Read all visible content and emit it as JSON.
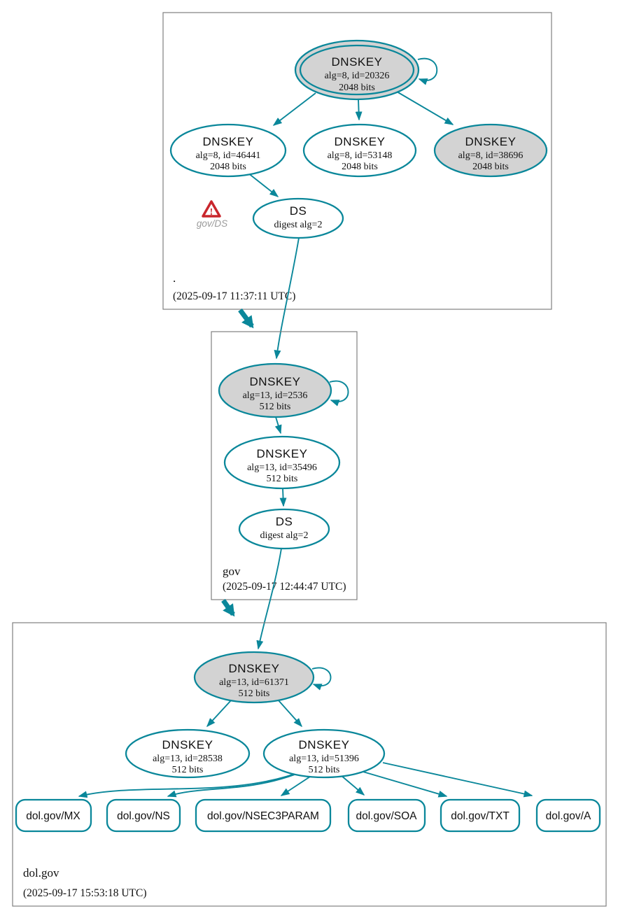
{
  "diagram_type": "dnssec-authentication-chain",
  "colors": {
    "edge_teal": "#0a879a",
    "ksk_fill_gray": "#d3d3d3",
    "node_fill_white": "#ffffff",
    "zone_border_gray": "#808080",
    "warning_red": "#c9262c",
    "muted_label_gray": "#9b9b9b"
  },
  "zones": {
    "root": {
      "label": ".",
      "timestamp": "(2025-09-17 11:37:11 UTC)"
    },
    "gov": {
      "label": "gov",
      "timestamp": "(2025-09-17 12:44:47 UTC)"
    },
    "dol": {
      "label": "dol.gov",
      "timestamp": "(2025-09-17 15:53:18 UTC)"
    }
  },
  "nodes": {
    "root_ksk": {
      "title": "DNSKEY",
      "alg": "alg=8, id=20326",
      "bits": "2048 bits"
    },
    "root_key_46441": {
      "title": "DNSKEY",
      "alg": "alg=8, id=46441",
      "bits": "2048 bits"
    },
    "root_key_53148": {
      "title": "DNSKEY",
      "alg": "alg=8, id=53148",
      "bits": "2048 bits"
    },
    "root_key_38696": {
      "title": "DNSKEY",
      "alg": "alg=8, id=38696",
      "bits": "2048 bits"
    },
    "root_ds": {
      "title": "DS",
      "detail": "digest alg=2"
    },
    "gov_ksk": {
      "title": "DNSKEY",
      "alg": "alg=13, id=2536",
      "bits": "512 bits"
    },
    "gov_zsk": {
      "title": "DNSKEY",
      "alg": "alg=13, id=35496",
      "bits": "512 bits"
    },
    "gov_ds": {
      "title": "DS",
      "detail": "digest alg=2"
    },
    "dol_ksk": {
      "title": "DNSKEY",
      "alg": "alg=13, id=61371",
      "bits": "512 bits"
    },
    "dol_key_28538": {
      "title": "DNSKEY",
      "alg": "alg=13, id=28538",
      "bits": "512 bits"
    },
    "dol_zsk": {
      "title": "DNSKEY",
      "alg": "alg=13, id=51396",
      "bits": "512 bits"
    }
  },
  "warning": {
    "label": "gov/DS",
    "mark": "!"
  },
  "rrsets": {
    "mx": "dol.gov/MX",
    "ns": "dol.gov/NS",
    "nsec3param": "dol.gov/NSEC3PARAM",
    "soa": "dol.gov/SOA",
    "txt": "dol.gov/TXT",
    "a": "dol.gov/A"
  }
}
